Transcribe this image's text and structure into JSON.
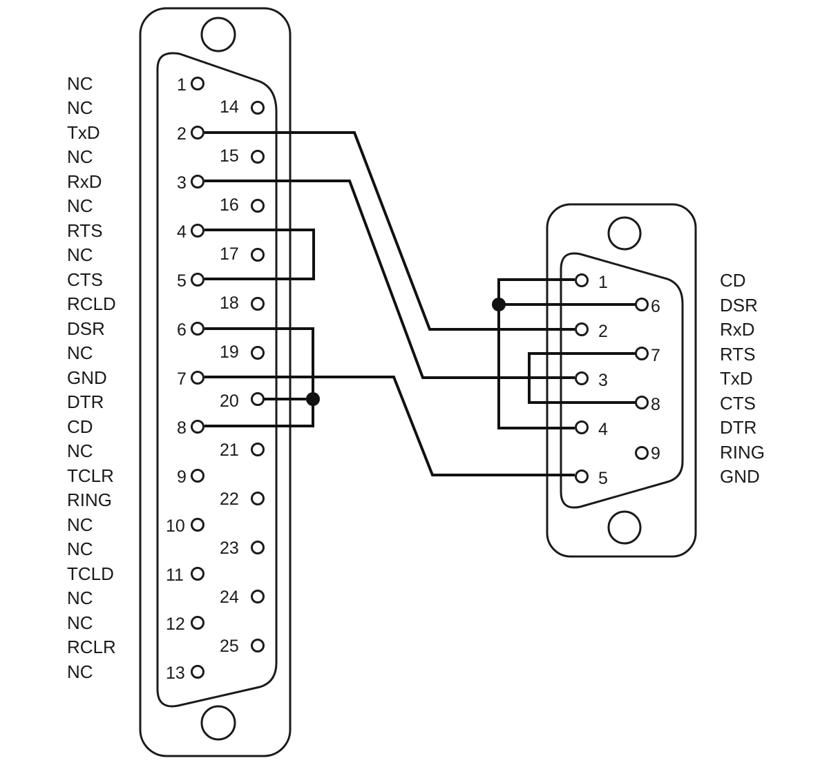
{
  "db25": {
    "signals": [
      "NC",
      "NC",
      "TxD",
      "NC",
      "RxD",
      "NC",
      "RTS",
      "NC",
      "CTS",
      "RCLD",
      "DSR",
      "NC",
      "GND",
      "DTR",
      "CD",
      "NC",
      "TCLR",
      "RING",
      "NC",
      "NC",
      "TCLD",
      "NC",
      "NC",
      "RCLR",
      "NC"
    ],
    "pins": [
      {
        "label": "1"
      },
      {
        "label": "14"
      },
      {
        "label": "2"
      },
      {
        "label": "15"
      },
      {
        "label": "3"
      },
      {
        "label": "16"
      },
      {
        "label": "4"
      },
      {
        "label": "17"
      },
      {
        "label": "5"
      },
      {
        "label": "18"
      },
      {
        "label": "6"
      },
      {
        "label": "19"
      },
      {
        "label": "7"
      },
      {
        "label": "20"
      },
      {
        "label": "8"
      },
      {
        "label": "21"
      },
      {
        "label": "9"
      },
      {
        "label": "22"
      },
      {
        "label": "10"
      },
      {
        "label": "23"
      },
      {
        "label": "11"
      },
      {
        "label": "24"
      },
      {
        "label": "12"
      },
      {
        "label": "25"
      },
      {
        "label": "13"
      }
    ]
  },
  "db9": {
    "signals": [
      "CD",
      "DSR",
      "RxD",
      "RTS",
      "TxD",
      "CTS",
      "DTR",
      "RING",
      "GND"
    ],
    "pins": [
      {
        "label": "1"
      },
      {
        "label": "6"
      },
      {
        "label": "2"
      },
      {
        "label": "7"
      },
      {
        "label": "3"
      },
      {
        "label": "8"
      },
      {
        "label": "4"
      },
      {
        "label": "9"
      },
      {
        "label": "5"
      }
    ]
  },
  "connections": [
    {
      "from": "DB25-2",
      "to": "DB9-2"
    },
    {
      "from": "DB25-3",
      "to": "DB9-3"
    },
    {
      "from": "DB25-4",
      "to": "DB25-5"
    },
    {
      "from": "DB25-6",
      "to": "DB25-8"
    },
    {
      "from": "DB25-20",
      "to": "DB25-6"
    },
    {
      "from": "DB25-7",
      "to": "DB9-5"
    },
    {
      "from": "DB9-1",
      "to": "DB9-4"
    },
    {
      "from": "DB9-6",
      "to": "DB9-4"
    },
    {
      "from": "DB9-7",
      "to": "DB9-8"
    }
  ]
}
